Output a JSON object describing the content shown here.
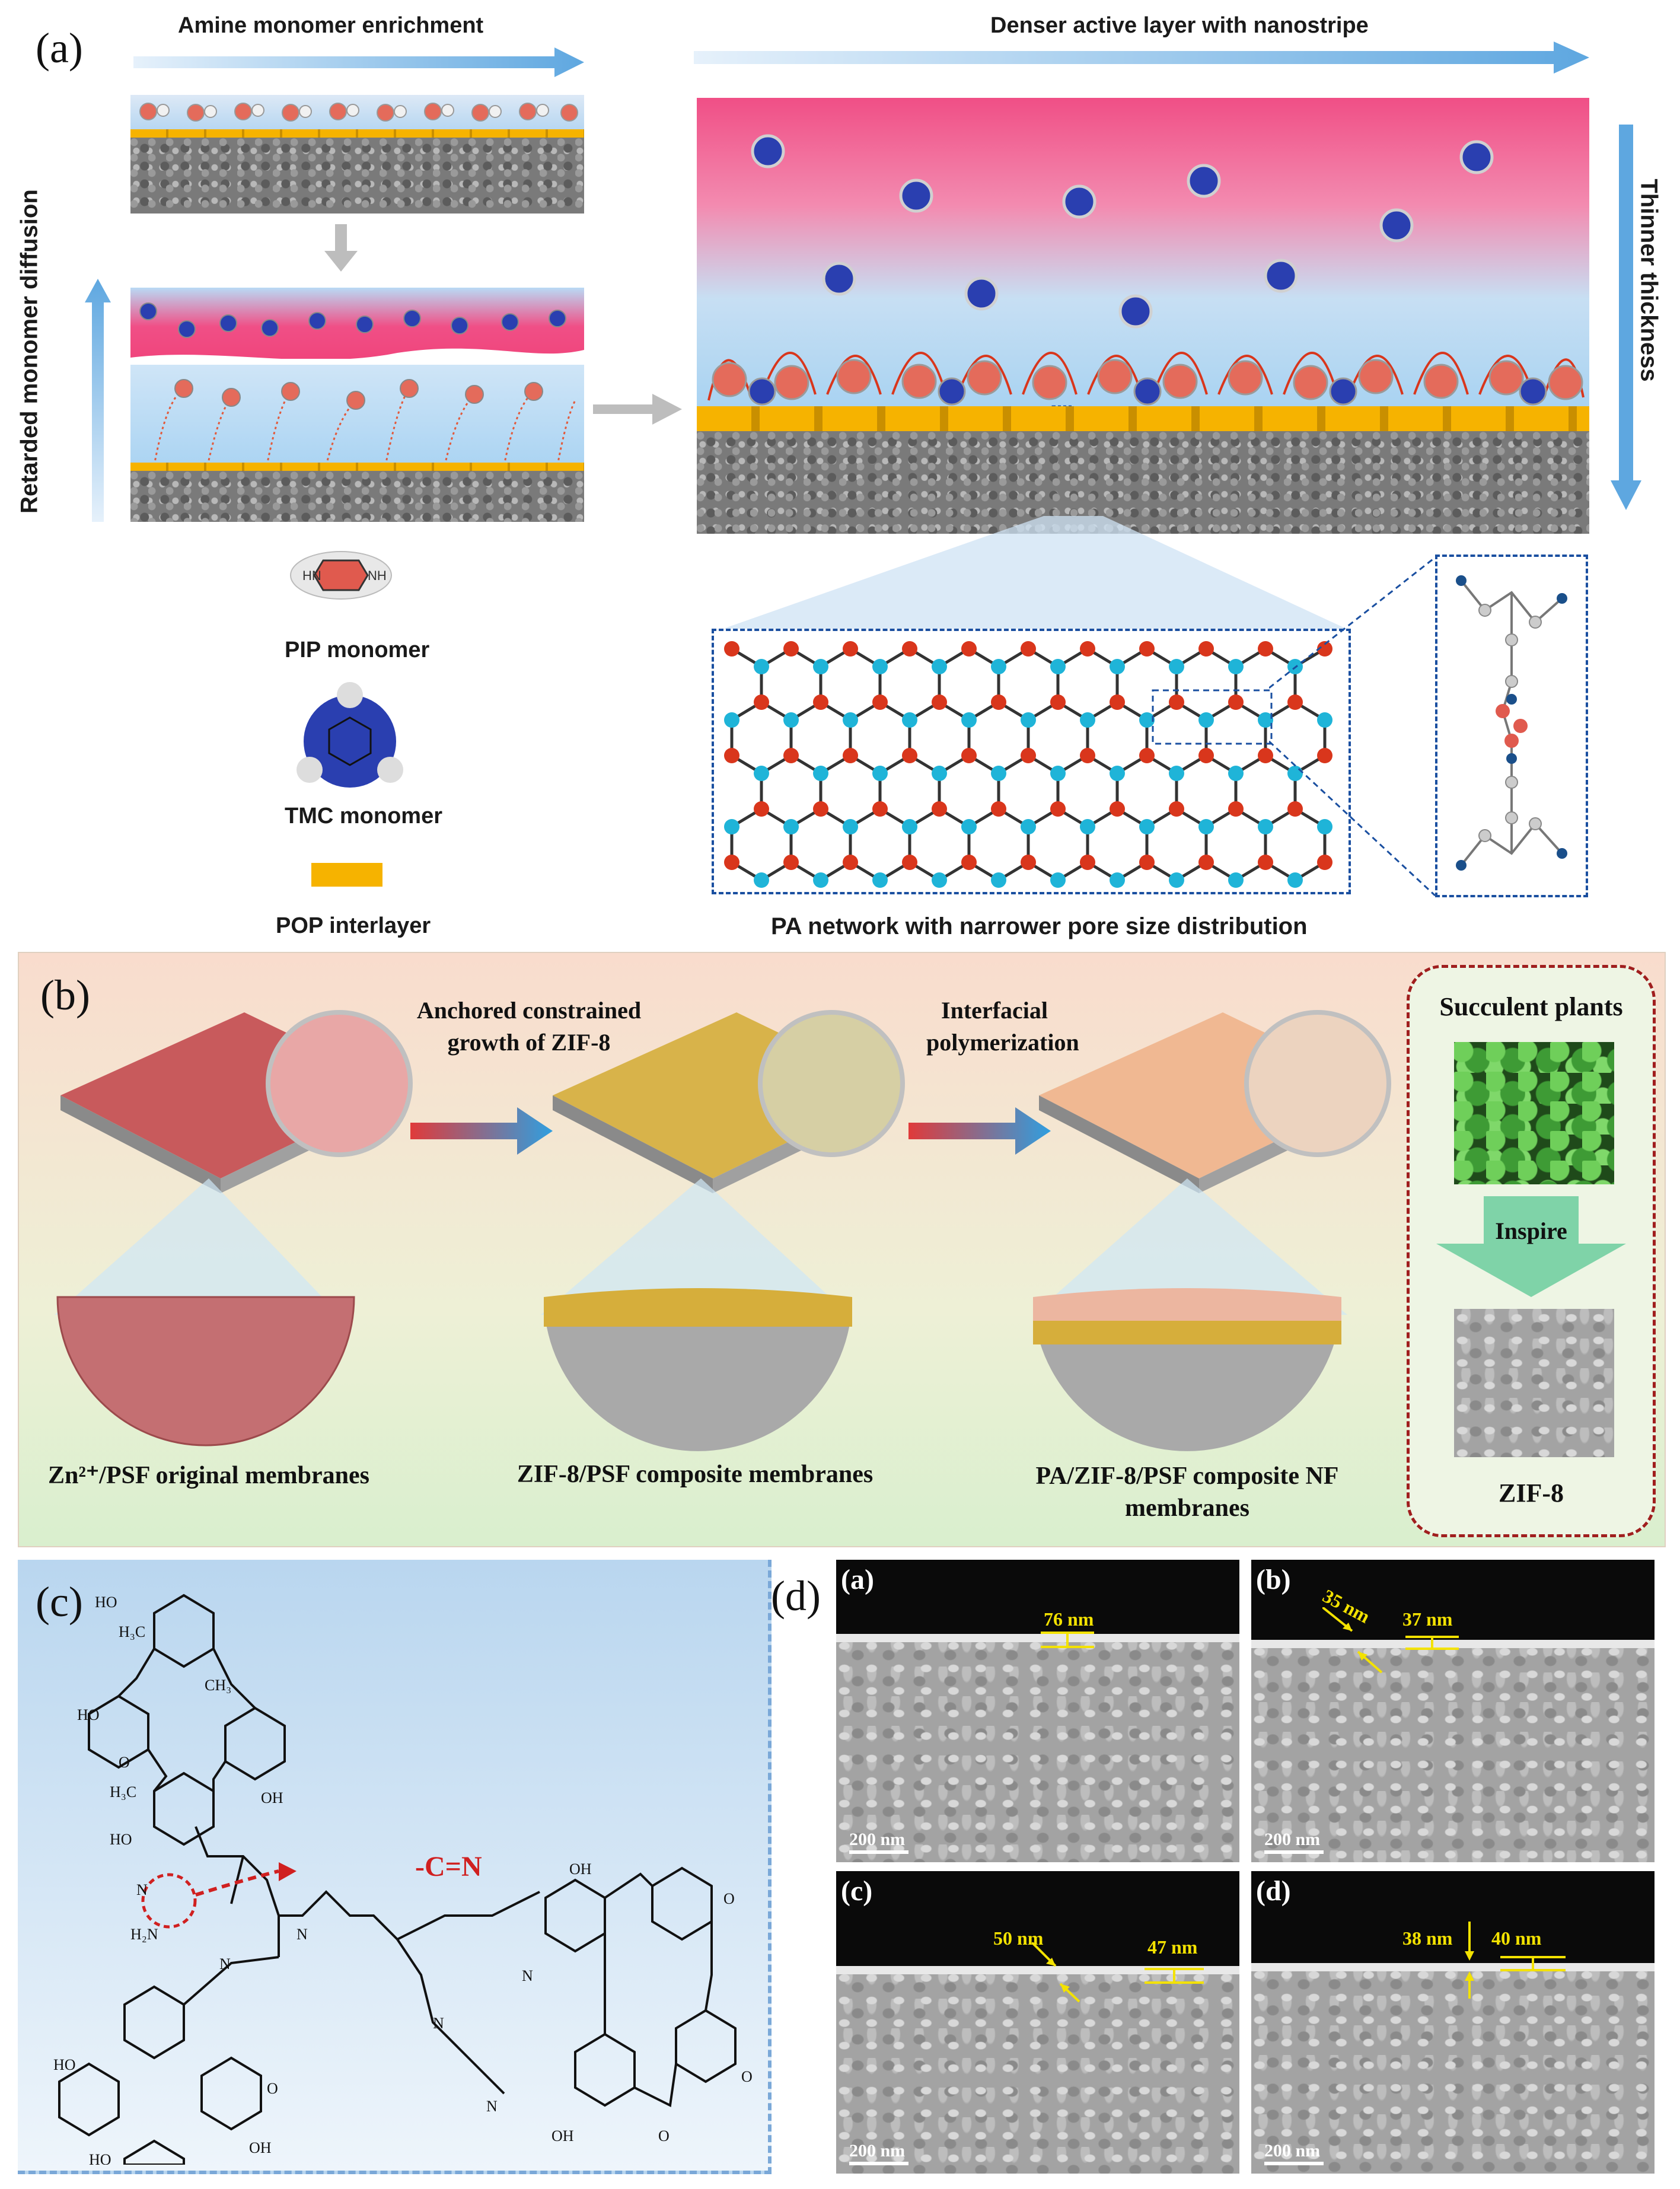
{
  "panel_a": {
    "letter": "(a)",
    "top_left_title": "Amine monomer enrichment",
    "top_right_title": "Denser active layer with nanostripe",
    "left_vertical": "Retarded monomer diffusion",
    "right_vertical": "Thinner thickness",
    "legend": {
      "pip": "PIP monomer",
      "tmc": "TMC monomer",
      "pop": "POP interlayer"
    },
    "network_caption": "PA network with narrower pore size distribution",
    "colors": {
      "aqueous_pink": "#f0457c",
      "organic_blue": "#a9d3f2",
      "pop": "#f6b300",
      "node_red": "#d9361c",
      "node_cyan": "#1fb4d8",
      "tmc_blue": "#2a3fb0"
    }
  },
  "panel_b": {
    "letter": "(b)",
    "step1": "Anchored constrained growth of ZIF-8",
    "step2": "Interfacial polymerization",
    "succulent_title": "Succulent plants",
    "inspire": "Inspire",
    "zif_label": "ZIF-8",
    "captions": [
      "Zn²⁺/PSF original membranes",
      "ZIF-8/PSF composite membranes",
      "PA/ZIF-8/PSF composite NF membranes"
    ]
  },
  "panel_c": {
    "letter": "(c)",
    "annotation": "-C=N"
  },
  "panel_d": {
    "letter": "(d)",
    "images": [
      {
        "label": "(a)",
        "measurements": [
          "76 nm"
        ],
        "scale": "200 nm"
      },
      {
        "label": "(b)",
        "measurements": [
          "35 nm",
          "37 nm"
        ],
        "scale": "200 nm"
      },
      {
        "label": "(c)",
        "measurements": [
          "50 nm",
          "47 nm"
        ],
        "scale": "200 nm"
      },
      {
        "label": "(d)",
        "measurements": [
          "38 nm",
          "40 nm"
        ],
        "scale": "200 nm"
      }
    ]
  }
}
